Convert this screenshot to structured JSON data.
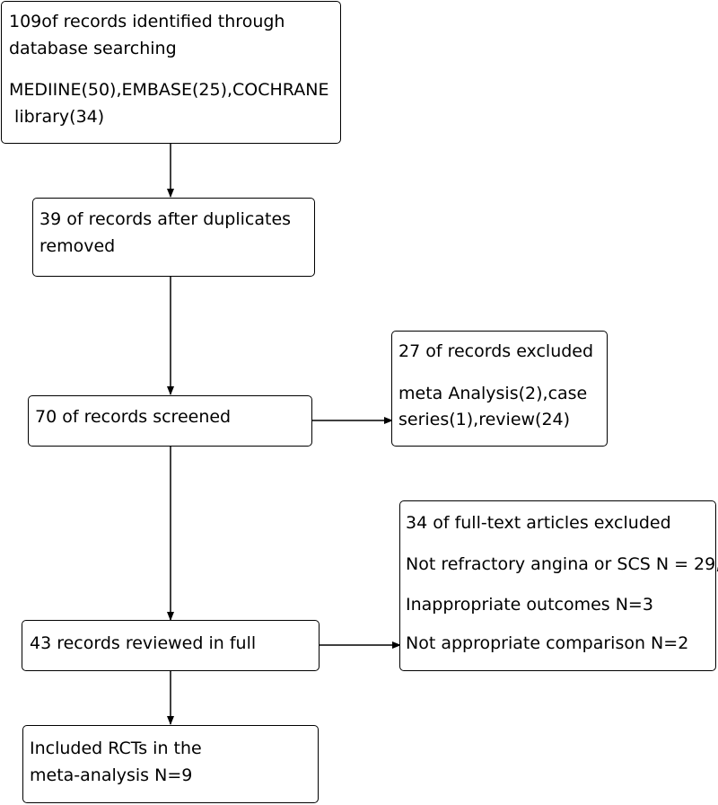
{
  "boxes": {
    "identified": {
      "line1": "109of records identified through",
      "line2": "database searching",
      "line3": "MEDIINE(50),EMBASE(25),COCHRANE",
      "line4": " library(34)"
    },
    "after_duplicates": {
      "line1": "39 of records after duplicates",
      "line2": "removed"
    },
    "screened": {
      "line1": "70 of records screened"
    },
    "excluded": {
      "line1": "27 of records excluded",
      "line2": "meta Analysis(2),case",
      "line3": "series(1),review(24)"
    },
    "full_text_excluded": {
      "line1": "34 of full-text articles excluded",
      "line2": "Not refractory angina or SCS N = 29,",
      "line3": "Inappropriate outcomes N=3",
      "line4": "Not appropriate comparison N=2"
    },
    "reviewed_full": {
      "line1": "43 records reviewed in full"
    },
    "included": {
      "line1": "Included RCTs in the",
      "line2": "meta-analysis N=9"
    }
  }
}
